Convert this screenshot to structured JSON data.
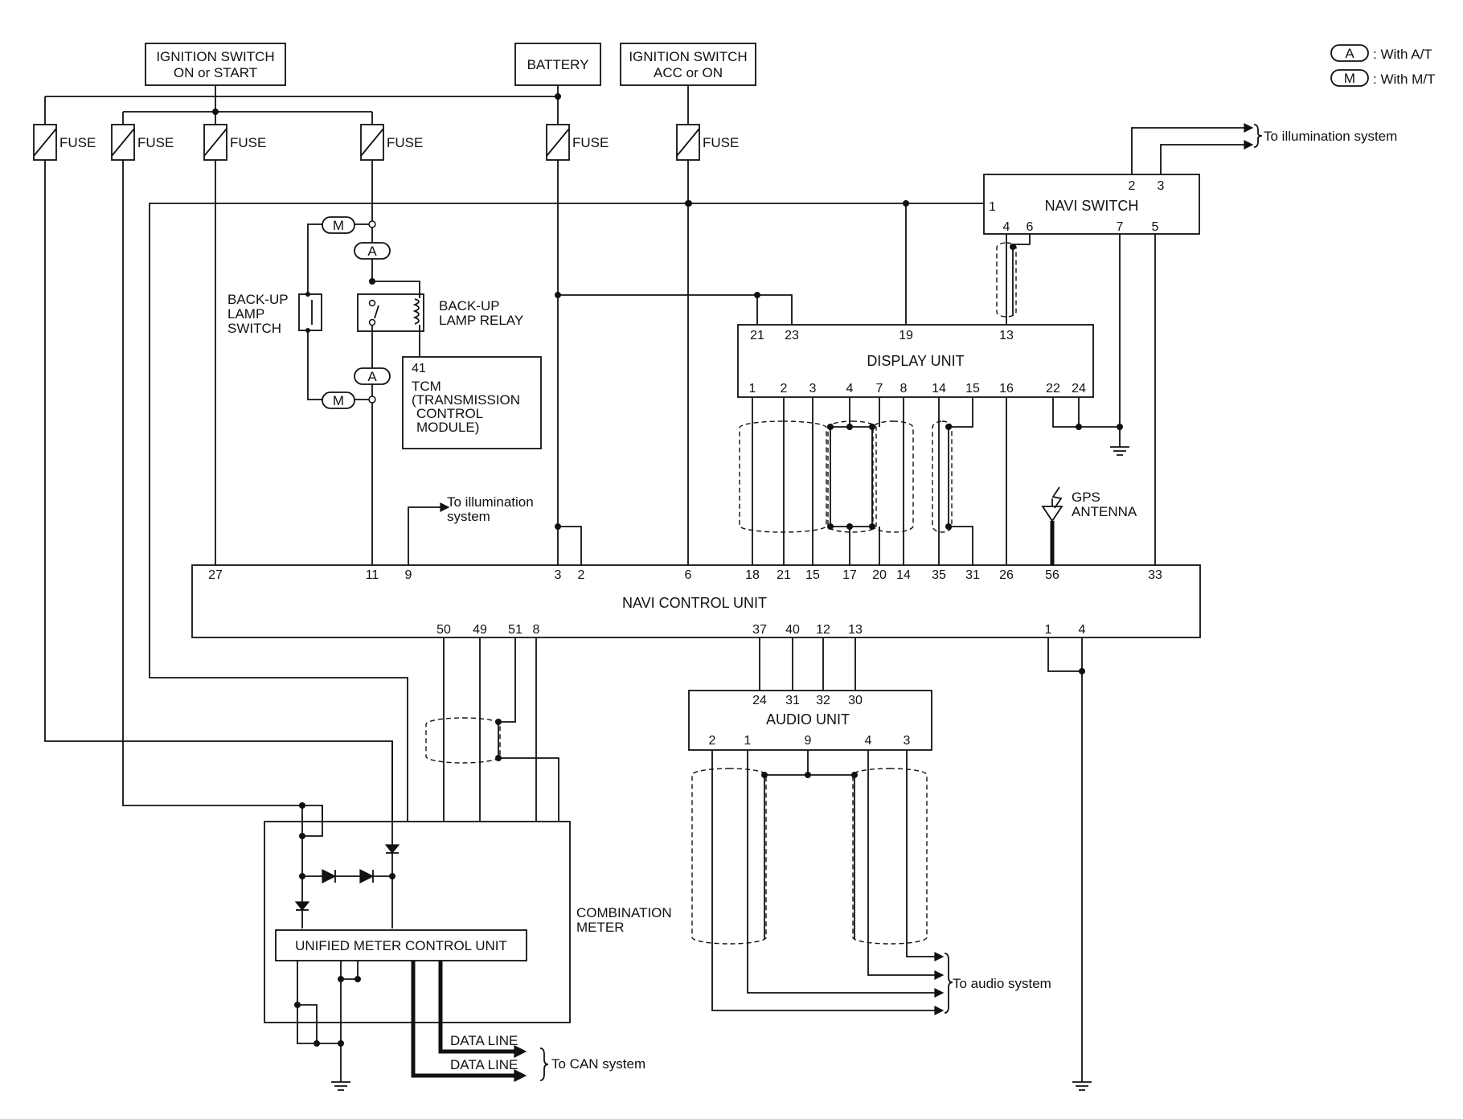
{
  "legend": {
    "at_symbol": "A",
    "at_text": ": With A/T",
    "mt_symbol": "M",
    "mt_text": ": With M/T"
  },
  "power_sources": {
    "ign_on_start": [
      "IGNITION SWITCH",
      "ON or START"
    ],
    "battery": "BATTERY",
    "ign_acc_on": [
      "IGNITION SWITCH",
      "ACC or ON"
    ]
  },
  "fuse_label": "FUSE",
  "illumination_label": "To illumination system",
  "illumination_label_left": [
    "To illumination",
    "system"
  ],
  "navi_switch": {
    "title": "NAVI SWITCH",
    "pins": [
      "1",
      "2",
      "3",
      "4",
      "6",
      "7",
      "5"
    ]
  },
  "backup_lamp_switch": [
    "BACK-UP",
    "LAMP",
    "SWITCH"
  ],
  "backup_lamp_relay": [
    "BACK-UP",
    "LAMP RELAY"
  ],
  "tcm": {
    "pin": "41",
    "lines": [
      "TCM",
      "(TRANSMISSION",
      "CONTROL",
      "MODULE)"
    ]
  },
  "display_unit": {
    "title": "DISPLAY UNIT",
    "top_pins": [
      "21",
      "23",
      "19",
      "13"
    ],
    "bottom_pins": [
      "1",
      "2",
      "3",
      "4",
      "7",
      "8",
      "14",
      "15",
      "16",
      "22",
      "24"
    ]
  },
  "gps_antenna": [
    "GPS",
    "ANTENNA"
  ],
  "navi_control_unit": {
    "title": "NAVI CONTROL UNIT",
    "top_pins": [
      "27",
      "11",
      "9",
      "3",
      "2",
      "6",
      "18",
      "21",
      "15",
      "17",
      "20",
      "14",
      "35",
      "31",
      "26",
      "56",
      "33"
    ],
    "bottom_pins": [
      "50",
      "49",
      "51",
      "8",
      "37",
      "40",
      "12",
      "13",
      "1",
      "4"
    ]
  },
  "audio_unit": {
    "title": "AUDIO UNIT",
    "top_pins": [
      "24",
      "31",
      "32",
      "30"
    ],
    "bottom_pins": [
      "2",
      "1",
      "9",
      "4",
      "3"
    ]
  },
  "combination_meter": [
    "COMBINATION",
    "METER"
  ],
  "unified_meter": "UNIFIED METER CONTROL UNIT",
  "data_line": "DATA LINE",
  "can_label": "To CAN system",
  "audio_system_label": "To audio system"
}
